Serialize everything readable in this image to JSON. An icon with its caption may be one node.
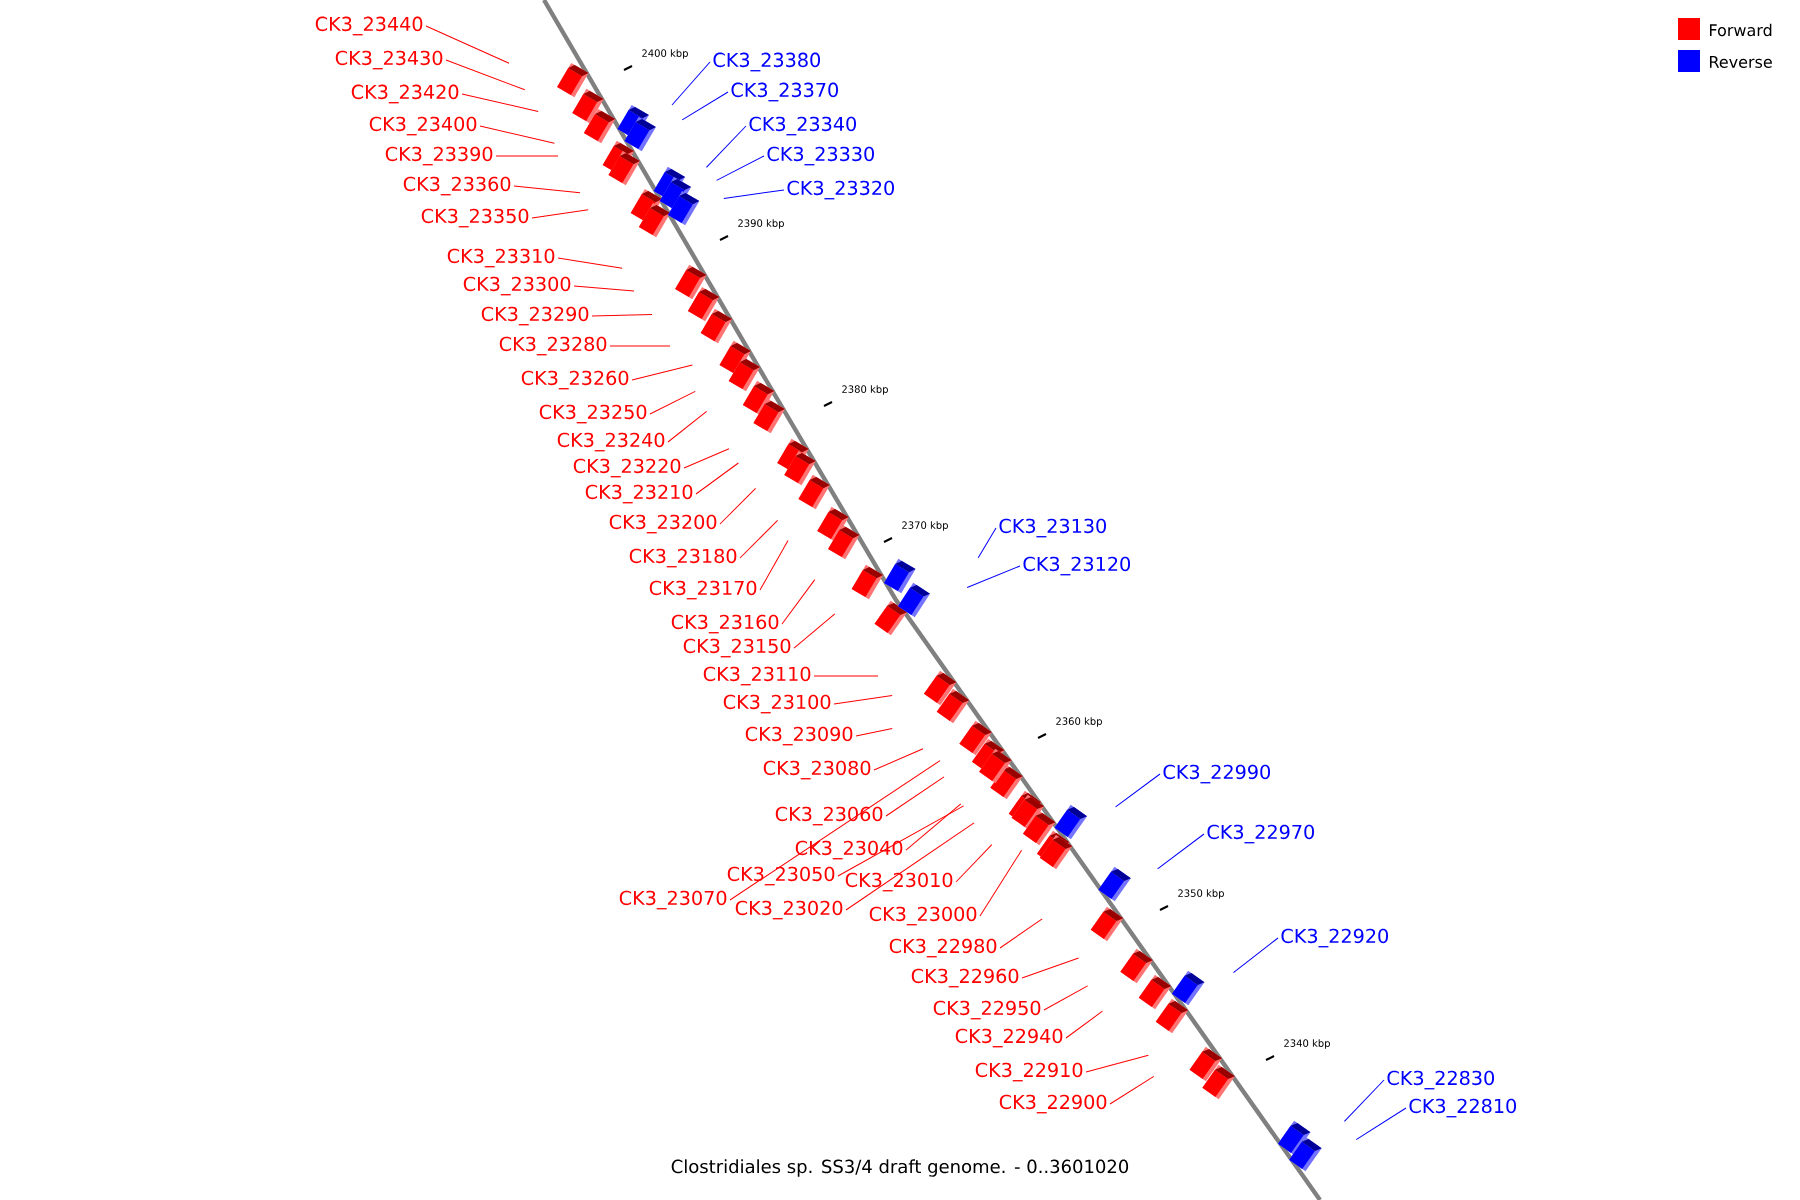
{
  "diagram": {
    "caption": "Clostridiales sp. SS3/4 draft genome. - 0..3601020",
    "nodes": [
      {
        "text": [
          "CK3_23440"
        ]
      },
      {
        "text": [
          "CK3_23430"
        ]
      },
      {
        "text": [
          "CK3_23420"
        ]
      },
      {
        "text": [
          "CK3_23400"
        ]
      },
      {
        "text": [
          "CK3_23390"
        ]
      },
      {
        "text": [
          "CK3_23360"
        ]
      },
      {
        "text": [
          "CK3_23350"
        ]
      },
      {
        "text": [
          "CK3_23310"
        ]
      },
      {
        "text": [
          "CK3_23300"
        ]
      },
      {
        "text": [
          "CK3_23290"
        ]
      },
      {
        "text": [
          "CK3_23280"
        ]
      },
      {
        "text": [
          "CK3_23260"
        ]
      },
      {
        "text": [
          "CK3_23250"
        ]
      },
      {
        "text": [
          "CK3_23240"
        ]
      },
      {
        "text": [
          "CK3_23220"
        ]
      },
      {
        "text": [
          "CK3_23210"
        ]
      },
      {
        "text": [
          "CK3_23200"
        ]
      },
      {
        "text": [
          "CK3_23180"
        ]
      },
      {
        "text": [
          "CK3_23170"
        ]
      },
      {
        "text": [
          "CK3_23160"
        ]
      },
      {
        "text": [
          "CK3_23150"
        ]
      },
      {
        "text": [
          "CK3_23110"
        ]
      },
      {
        "text": [
          "CK3_23100"
        ]
      },
      {
        "text": [
          "CK3_23090"
        ]
      },
      {
        "text": [
          "CK3_23080"
        ]
      },
      {
        "text": [
          "CK3_23060"
        ]
      },
      {
        "text": [
          "CK3_23040"
        ]
      },
      {
        "text": [
          "CK3_23050"
        ]
      },
      {
        "text": [
          "CK3_23070"
        ]
      },
      {
        "text": [
          "CK3_23020"
        ]
      },
      {
        "text": [
          "CK3_23010"
        ]
      },
      {
        "text": [
          "CK3_23000"
        ]
      },
      {
        "text": [
          "CK3_22980"
        ]
      },
      {
        "text": [
          "CK3_22960"
        ]
      },
      {
        "text": [
          "CK3_22950"
        ]
      },
      {
        "text": [
          "CK3_22940"
        ]
      },
      {
        "text": [
          "CK3_22910"
        ]
      },
      {
        "text": [
          "CK3_22900"
        ]
      },
      {
        "text": [
          "CK3_23380"
        ]
      },
      {
        "text": [
          "CK3_23370"
        ]
      },
      {
        "text": [
          "CK3_23340"
        ]
      },
      {
        "text": [
          "CK3_23330"
        ]
      },
      {
        "text": [
          "CK3_23320"
        ]
      },
      {
        "text": [
          "CK3_23130"
        ]
      },
      {
        "text": [
          "CK3_23120"
        ]
      },
      {
        "text": [
          "CK3_22990"
        ]
      },
      {
        "text": [
          "CK3_22970"
        ]
      },
      {
        "text": [
          "CK3_22920"
        ]
      },
      {
        "text": [
          "CK3_22830"
        ]
      },
      {
        "text": [
          "CK3_22810"
        ]
      }
    ],
    "edges": [
      {
        "from": 0,
        "to": null,
        "arrow": "none"
      },
      {
        "from": 1,
        "to": null,
        "arrow": "none"
      },
      {
        "from": 2,
        "to": null,
        "arrow": "none"
      },
      {
        "from": 3,
        "to": null,
        "arrow": "none"
      },
      {
        "from": 4,
        "to": null,
        "arrow": "none"
      },
      {
        "from": 5,
        "to": null,
        "arrow": "none"
      },
      {
        "from": 6,
        "to": null,
        "arrow": "none"
      },
      {
        "from": 7,
        "to": null,
        "arrow": "none"
      },
      {
        "from": 8,
        "to": null,
        "arrow": "none"
      },
      {
        "from": 9,
        "to": null,
        "arrow": "none"
      },
      {
        "from": 10,
        "to": null,
        "arrow": "none"
      },
      {
        "from": 11,
        "to": null,
        "arrow": "none"
      },
      {
        "from": 12,
        "to": null,
        "arrow": "none"
      },
      {
        "from": 13,
        "to": null,
        "arrow": "none"
      },
      {
        "from": 14,
        "to": null,
        "arrow": "none"
      },
      {
        "from": 15,
        "to": null,
        "arrow": "none"
      },
      {
        "from": 16,
        "to": null,
        "arrow": "none"
      },
      {
        "from": 17,
        "to": null,
        "arrow": "none"
      },
      {
        "from": 18,
        "to": null,
        "arrow": "none"
      },
      {
        "from": 19,
        "to": null,
        "arrow": "none"
      },
      {
        "from": 20,
        "to": null,
        "arrow": "none"
      },
      {
        "from": 21,
        "to": null,
        "arrow": "none"
      },
      {
        "from": 22,
        "to": null,
        "arrow": "none"
      },
      {
        "from": 23,
        "to": null,
        "arrow": "none"
      },
      {
        "from": 24,
        "to": null,
        "arrow": "none"
      },
      {
        "from": 25,
        "to": null,
        "arrow": "none"
      },
      {
        "from": 26,
        "to": null,
        "arrow": "none"
      },
      {
        "from": 27,
        "to": null,
        "arrow": "none"
      },
      {
        "from": 28,
        "to": null,
        "arrow": "none"
      },
      {
        "from": 29,
        "to": null,
        "arrow": "none"
      },
      {
        "from": 30,
        "to": null,
        "arrow": "none"
      },
      {
        "from": 31,
        "to": null,
        "arrow": "none"
      },
      {
        "from": 32,
        "to": null,
        "arrow": "none"
      },
      {
        "from": 33,
        "to": null,
        "arrow": "none"
      },
      {
        "from": 34,
        "to": null,
        "arrow": "none"
      },
      {
        "from": 35,
        "to": null,
        "arrow": "none"
      },
      {
        "from": 36,
        "to": null,
        "arrow": "none"
      },
      {
        "from": 37,
        "to": null,
        "arrow": "none"
      },
      {
        "from": 38,
        "to": null,
        "arrow": "none",
        "color": "#0000ff"
      },
      {
        "from": 39,
        "to": null,
        "arrow": "none",
        "color": "#0000ff"
      },
      {
        "from": 40,
        "to": null,
        "arrow": "none",
        "color": "#0000ff"
      },
      {
        "from": 41,
        "to": null,
        "arrow": "none",
        "color": "#0000ff"
      },
      {
        "from": 42,
        "to": null,
        "arrow": "none",
        "color": "#0000ff"
      },
      {
        "from": 43,
        "to": null,
        "arrow": "none",
        "color": "#0000ff"
      },
      {
        "from": 44,
        "to": null,
        "arrow": "none",
        "color": "#0000ff"
      },
      {
        "from": 45,
        "to": null,
        "arrow": "none",
        "color": "#0000ff"
      },
      {
        "from": 46,
        "to": null,
        "arrow": "none",
        "color": "#0000ff"
      },
      {
        "from": 47,
        "to": null,
        "arrow": "none",
        "color": "#0000ff"
      },
      {
        "from": 48,
        "to": null,
        "arrow": "none",
        "color": "#0000ff"
      },
      {
        "from": 49,
        "to": null,
        "arrow": "none",
        "color": "#0000ff"
      }
    ],
    "labels": [
      "2400 kbp",
      "2390 kbp",
      "2380 kbp",
      "2370 kbp",
      "2360 kbp",
      "2350 kbp",
      "2340 kbp"
    ],
    "legend": [
      {
        "text": "Forward",
        "color": "#ff0000"
      },
      {
        "text": "Reverse",
        "color": "#0000ff"
      }
    ]
  }
}
